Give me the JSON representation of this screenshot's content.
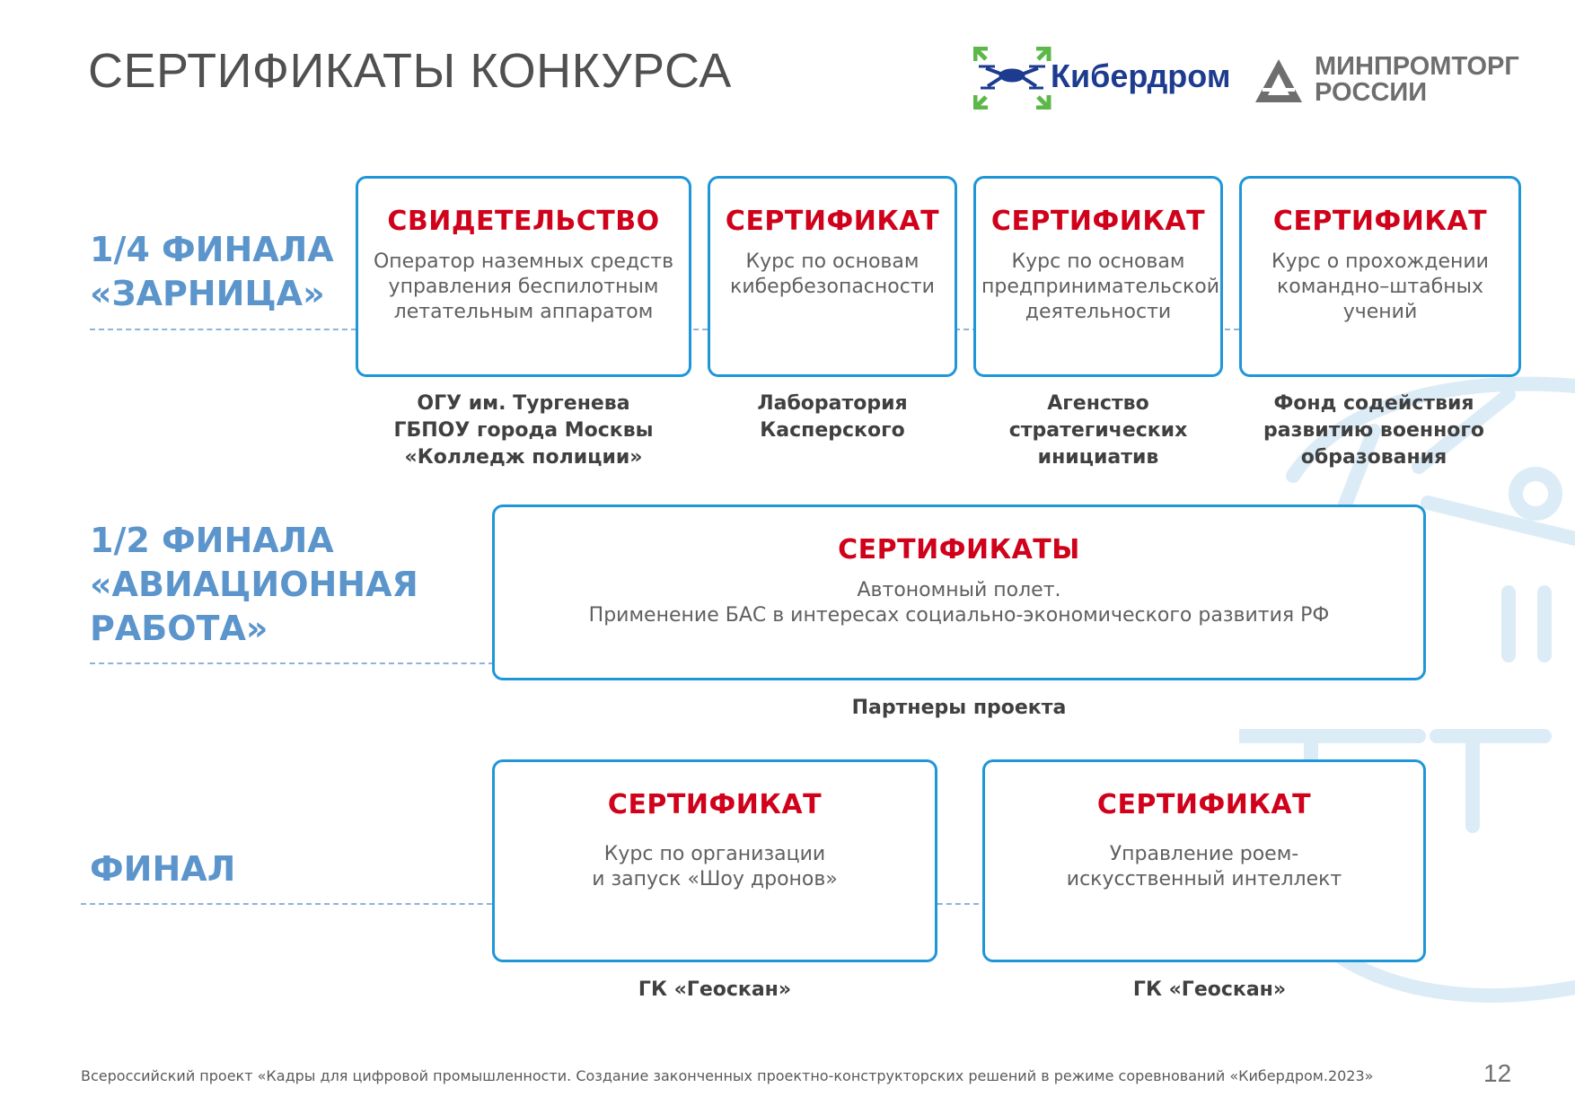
{
  "page": {
    "title": "СЕРТИФИКАТЫ КОНКУРСА",
    "footer": "Всероссийский проект «Кадры для цифровой промышленности. Создание законченных проектно-конструкторских решений в режиме соревнований «Кибердром.2023»",
    "page_number": "12"
  },
  "logos": {
    "kiberdrom": {
      "text": "Кибердром",
      "icon": "drone-icon",
      "frame_color": "#5db84a",
      "text_color": "#1d3c8f"
    },
    "minpromtorg": {
      "line1": "МИНПРОМТОРГ",
      "line2": "РОССИИ",
      "icon": "triangle-emblem-icon",
      "color": "#6e6e6e"
    }
  },
  "colors": {
    "stage": "#5b95cc",
    "card_border": "#1e96d8",
    "card_heading": "#d0021b",
    "dash": "#8db3d9"
  },
  "stages": [
    {
      "label": "1/4 ФИНАЛА\n«ЗАРНИЦА»",
      "cards": [
        {
          "heading": "СВИДЕТЕЛЬСТВО",
          "body": "Оператор наземных средств\nуправления беспилотным\nлетательным аппаратом",
          "partner": "ОГУ им. Тургенева\nГБПОУ города Москвы\n«Колледж полиции»"
        },
        {
          "heading": "СЕРТИФИКАТ",
          "body": "Курс по основам\nкибербезопасности",
          "partner": "Лаборатория\nКасперского"
        },
        {
          "heading": "СЕРТИФИКАТ",
          "body": "Курс по основам\nпредпринимательской\nдеятельности",
          "partner": "Агенство\nстратегических\nинициатив"
        },
        {
          "heading": "СЕРТИФИКАТ",
          "body": "Курс о прохождении\nкомандно–штабных\nучений",
          "partner": "Фонд содействия\nразвитию военного\nобразования"
        }
      ]
    },
    {
      "label": "1/2 ФИНАЛА\n«АВИАЦИОННАЯ\nРАБОТА»",
      "cards": [
        {
          "heading": "СЕРТИФИКАТЫ",
          "body": "Автономный полет.\nПрименение БАС в интересах социально-экономического развития РФ",
          "partner": "Партнеры проекта"
        }
      ]
    },
    {
      "label": "ФИНАЛ",
      "cards": [
        {
          "heading": "СЕРТИФИКАТ",
          "body": "Курс по организации\nи запуск «Шоу дронов»",
          "partner": "ГК «Геоскан»"
        },
        {
          "heading": "СЕРТИФИКАТ",
          "body": "Управление роем-\nискусственный интеллект",
          "partner": "ГК «Геоскан»"
        }
      ]
    }
  ]
}
